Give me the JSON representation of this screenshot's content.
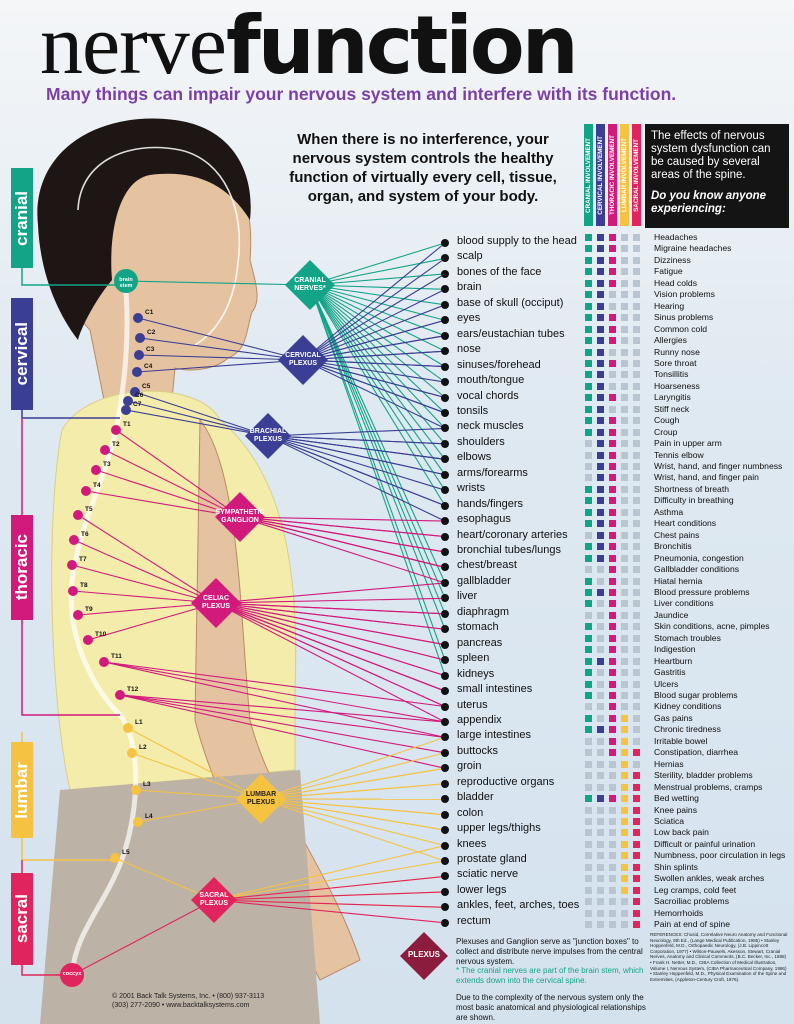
{
  "header": {
    "title_light": "nerve",
    "title_bold": "function",
    "subtitle": "Many things can impair your nervous system and interfere with its function."
  },
  "intro_text": "When there is no interference, your nervous system controls the healthy function of virtually every cell, tissue, organ, and system of your body.",
  "sidebar_box": {
    "text": "The effects of nervous system dysfunction can be caused by several areas of the spine.",
    "question": "Do you know anyone experiencing:"
  },
  "regions": [
    {
      "label": "cranial",
      "color": "#13a488"
    },
    {
      "label": "cervical",
      "color": "#3a3e94"
    },
    {
      "label": "thoracic",
      "color": "#d21a7c"
    },
    {
      "label": "lumbar",
      "color": "#f5c242"
    },
    {
      "label": "sacral",
      "color": "#e0245e"
    }
  ],
  "column_headers": [
    {
      "label": "CRANIAL INVOLVEMENT",
      "color": "#13a488"
    },
    {
      "label": "CERVICAL INVOLVEMENT",
      "color": "#3a3e94"
    },
    {
      "label": "THORACIC INVOLVEMENT",
      "color": "#d21a7c"
    },
    {
      "label": "LUMBAR INVOLVEMENT",
      "color": "#f5c242"
    },
    {
      "label": "SACRAL INVOLVEMENT",
      "color": "#e0245e"
    }
  ],
  "plexuses": [
    {
      "label": "CRANIAL NERVES*",
      "color": "#13a488"
    },
    {
      "label": "CERVICAL PLEXUS",
      "color": "#3a3e94"
    },
    {
      "label": "BRACHIAL PLEXUS",
      "color": "#3a3e94"
    },
    {
      "label": "SYMPATHETIC GANGLION",
      "color": "#d21a7c"
    },
    {
      "label": "CELIAC PLEXUS",
      "color": "#d21a7c"
    },
    {
      "label": "LUMBAR PLEXUS",
      "color": "#f5c242"
    },
    {
      "label": "SACRAL PLEXUS",
      "color": "#e0245e"
    }
  ],
  "vertebrae": [
    "brain stem",
    "C1",
    "C2",
    "C3",
    "C4",
    "C5",
    "C6",
    "C7",
    "T1",
    "T2",
    "T3",
    "T4",
    "T5",
    "T6",
    "T7",
    "T8",
    "T9",
    "T10",
    "T11",
    "T12",
    "L1",
    "L2",
    "L3",
    "L4",
    "L5",
    "coccyx"
  ],
  "rows": [
    {
      "organ": "blood supply to the head",
      "symptom": "Headaches",
      "c": [
        1,
        1,
        1,
        0,
        0
      ]
    },
    {
      "organ": "scalp",
      "symptom": "Migraine headaches",
      "c": [
        1,
        1,
        1,
        0,
        0
      ]
    },
    {
      "organ": "bones of the face",
      "symptom": "Dizziness",
      "c": [
        1,
        1,
        1,
        0,
        0
      ]
    },
    {
      "organ": "brain",
      "symptom": "Fatigue",
      "c": [
        1,
        1,
        1,
        0,
        0
      ]
    },
    {
      "organ": "base of skull (occiput)",
      "symptom": "Head colds",
      "c": [
        1,
        1,
        1,
        0,
        0
      ]
    },
    {
      "organ": "eyes",
      "symptom": "Vision problems",
      "c": [
        1,
        1,
        0,
        0,
        0
      ]
    },
    {
      "organ": "ears/eustachian tubes",
      "symptom": "Hearing",
      "c": [
        1,
        1,
        0,
        0,
        0
      ]
    },
    {
      "organ": "nose",
      "symptom": "Sinus problems",
      "c": [
        1,
        1,
        1,
        0,
        0
      ]
    },
    {
      "organ": "sinuses/forehead",
      "symptom": "Common cold",
      "c": [
        1,
        1,
        1,
        0,
        0
      ]
    },
    {
      "organ": "mouth/tongue",
      "symptom": "Allergies",
      "c": [
        1,
        1,
        1,
        0,
        0
      ]
    },
    {
      "organ": "vocal chords",
      "symptom": "Runny nose",
      "c": [
        1,
        1,
        0,
        0,
        0
      ]
    },
    {
      "organ": "tonsils",
      "symptom": "Sore throat",
      "c": [
        1,
        1,
        1,
        0,
        0
      ]
    },
    {
      "organ": "neck muscles",
      "symptom": "Tonsillitis",
      "c": [
        1,
        1,
        0,
        0,
        0
      ]
    },
    {
      "organ": "shoulders",
      "symptom": "Hoarseness",
      "c": [
        1,
        1,
        0,
        0,
        0
      ]
    },
    {
      "organ": "elbows",
      "symptom": "Laryngitis",
      "c": [
        1,
        1,
        1,
        0,
        0
      ]
    },
    {
      "organ": "arms/forearms",
      "symptom": "Stiff neck",
      "c": [
        1,
        1,
        0,
        0,
        0
      ]
    },
    {
      "organ": "wrists",
      "symptom": "Cough",
      "c": [
        1,
        1,
        1,
        0,
        0
      ]
    },
    {
      "organ": "hands/fingers",
      "symptom": "Croup",
      "c": [
        1,
        1,
        1,
        0,
        0
      ]
    },
    {
      "organ": "esophagus",
      "symptom": "Pain in upper arm",
      "c": [
        0,
        1,
        1,
        0,
        0
      ]
    },
    {
      "organ": "heart/coronary arteries",
      "symptom": "Tennis elbow",
      "c": [
        0,
        1,
        1,
        0,
        0
      ]
    },
    {
      "organ": "bronchial tubes/lungs",
      "symptom": "Wrist, hand, and finger numbness",
      "c": [
        0,
        1,
        1,
        0,
        0
      ]
    },
    {
      "organ": "chest/breast",
      "symptom": "Wrist, hand, and finger pain",
      "c": [
        0,
        1,
        1,
        0,
        0
      ]
    },
    {
      "organ": "gallbladder",
      "symptom": "Shortness of breath",
      "c": [
        1,
        1,
        1,
        0,
        0
      ]
    },
    {
      "organ": "liver",
      "symptom": "Difficulty in breathing",
      "c": [
        1,
        1,
        1,
        0,
        0
      ]
    },
    {
      "organ": "diaphragm",
      "symptom": "Asthma",
      "c": [
        1,
        1,
        1,
        0,
        0
      ]
    },
    {
      "organ": "stomach",
      "symptom": "Heart conditions",
      "c": [
        1,
        1,
        1,
        0,
        0
      ]
    },
    {
      "organ": "pancreas",
      "symptom": "Chest pains",
      "c": [
        0,
        1,
        1,
        0,
        0
      ]
    },
    {
      "organ": "spleen",
      "symptom": "Bronchitis",
      "c": [
        1,
        1,
        1,
        0,
        0
      ]
    },
    {
      "organ": "kidneys",
      "symptom": "Pneumonia, congestion",
      "c": [
        1,
        1,
        1,
        0,
        0
      ]
    },
    {
      "organ": "small intestines",
      "symptom": "Gallbladder conditions",
      "c": [
        0,
        0,
        1,
        0,
        0
      ]
    },
    {
      "organ": "uterus",
      "symptom": "Hiatal hernia",
      "c": [
        1,
        0,
        1,
        0,
        0
      ]
    },
    {
      "organ": "appendix",
      "symptom": "Blood pressure problems",
      "c": [
        1,
        1,
        1,
        0,
        0
      ]
    },
    {
      "organ": "large intestines",
      "symptom": "Liver conditions",
      "c": [
        1,
        0,
        1,
        0,
        0
      ]
    },
    {
      "organ": "buttocks",
      "symptom": "Jaundice",
      "c": [
        0,
        0,
        1,
        0,
        0
      ]
    },
    {
      "organ": "groin",
      "symptom": "Skin conditions, acne, pimples",
      "c": [
        1,
        0,
        1,
        0,
        0
      ]
    },
    {
      "organ": "reproductive organs",
      "symptom": "Stomach troubles",
      "c": [
        1,
        0,
        1,
        0,
        0
      ]
    },
    {
      "organ": "bladder",
      "symptom": "Indigestion",
      "c": [
        1,
        0,
        1,
        0,
        0
      ]
    },
    {
      "organ": "colon",
      "symptom": "Heartburn",
      "c": [
        1,
        1,
        1,
        0,
        0
      ]
    },
    {
      "organ": "upper legs/thighs",
      "symptom": "Gastritis",
      "c": [
        1,
        0,
        1,
        0,
        0
      ]
    },
    {
      "organ": "knees",
      "symptom": "Ulcers",
      "c": [
        1,
        0,
        1,
        0,
        0
      ]
    },
    {
      "organ": "prostate gland",
      "symptom": "Blood sugar problems",
      "c": [
        1,
        0,
        1,
        0,
        0
      ]
    },
    {
      "organ": "sciatic nerve",
      "symptom": "Kidney conditions",
      "c": [
        0,
        0,
        1,
        0,
        0
      ]
    },
    {
      "organ": "lower legs",
      "symptom": "Gas pains",
      "c": [
        1,
        0,
        1,
        1,
        0
      ]
    },
    {
      "organ": "ankles, feet, arches, toes",
      "symptom": "Chronic tiredness",
      "c": [
        1,
        1,
        1,
        1,
        0
      ]
    },
    {
      "organ": "rectum",
      "symptom": "Irritable bowel",
      "c": [
        0,
        0,
        1,
        1,
        0
      ]
    },
    {
      "organ": "",
      "symptom": "Constipation, diarrhea",
      "c": [
        0,
        0,
        1,
        1,
        1
      ]
    },
    {
      "organ": "",
      "symptom": "Hernias",
      "c": [
        0,
        0,
        0,
        1,
        0
      ]
    },
    {
      "organ": "",
      "symptom": "Sterility, bladder problems",
      "c": [
        0,
        0,
        0,
        1,
        1
      ]
    },
    {
      "organ": "",
      "symptom": "Menstrual problems, cramps",
      "c": [
        0,
        0,
        0,
        1,
        1
      ]
    },
    {
      "organ": "",
      "symptom": "Bed wetting",
      "c": [
        1,
        1,
        1,
        1,
        1
      ]
    },
    {
      "organ": "",
      "symptom": "Knee pains",
      "c": [
        0,
        0,
        0,
        1,
        1
      ]
    },
    {
      "organ": "",
      "symptom": "Sciatica",
      "c": [
        0,
        0,
        0,
        1,
        1
      ]
    },
    {
      "organ": "",
      "symptom": "Low back pain",
      "c": [
        0,
        0,
        0,
        1,
        1
      ]
    },
    {
      "organ": "",
      "symptom": "Difficult or painful urination",
      "c": [
        0,
        0,
        0,
        1,
        1
      ]
    },
    {
      "organ": "",
      "symptom": "Numbness, poor circulation in legs",
      "c": [
        0,
        0,
        0,
        1,
        1
      ]
    },
    {
      "organ": "",
      "symptom": "Shin splints",
      "c": [
        0,
        0,
        0,
        1,
        1
      ]
    },
    {
      "organ": "",
      "symptom": "Swollen ankles, weak arches",
      "c": [
        0,
        0,
        0,
        1,
        1
      ]
    },
    {
      "organ": "",
      "symptom": "Leg cramps, cold feet",
      "c": [
        0,
        0,
        0,
        1,
        1
      ]
    },
    {
      "organ": "",
      "symptom": "Sacroiliac problems",
      "c": [
        0,
        0,
        0,
        0,
        1
      ]
    },
    {
      "organ": "",
      "symptom": "Hemorrhoids",
      "c": [
        0,
        0,
        0,
        0,
        1
      ]
    },
    {
      "organ": "",
      "symptom": "Pain at end of spine",
      "c": [
        0,
        0,
        0,
        0,
        1
      ]
    }
  ],
  "legend": {
    "plexus_label": "PLEXUS",
    "plexus_color": "#8c1c3e",
    "plexus_text": "Plexuses and Ganglion serve as \"junction boxes\" to collect and distribute nerve impulses from the central nervous system.",
    "cranial_note": "* The cranial nerves are part of the brain stem, which extends down into the cervical spine.",
    "complexity_note": "Due to the complexity of the nervous system only the most basic anatomical and physiological relationships are shown."
  },
  "copyright": "© 2001 Back Talk Systems, Inc. • (800) 937-3113\n(303) 277-2090 • www.backtalksystems.com",
  "references": "REFERENCES: Chusid, Correlative Neuro Anatomy and Functional Neurology, 9th Ed., (Lange Medical Publication, 1985) • Stanley Hoppenfeld, M.D., Orthopaedic Neurology, (J.B. Lippincott Corporation, 1977) • Wilson-Pauwels, Akesson, Stewart, Cranial Nerves, Anatomy and Clinical Comments, (B.C. Becker, Inc., 1988) • Frank H. Netter, M.D., CIBA Collection of Medical Illustration, Volume I, Nervous System, (CIBA Pharmaceutical Company, 1986) • Stanley Hoppenfeld, M.D., Physical Examination of the Spine and Extremities, (Appleton-Century Croft, 1976)."
}
